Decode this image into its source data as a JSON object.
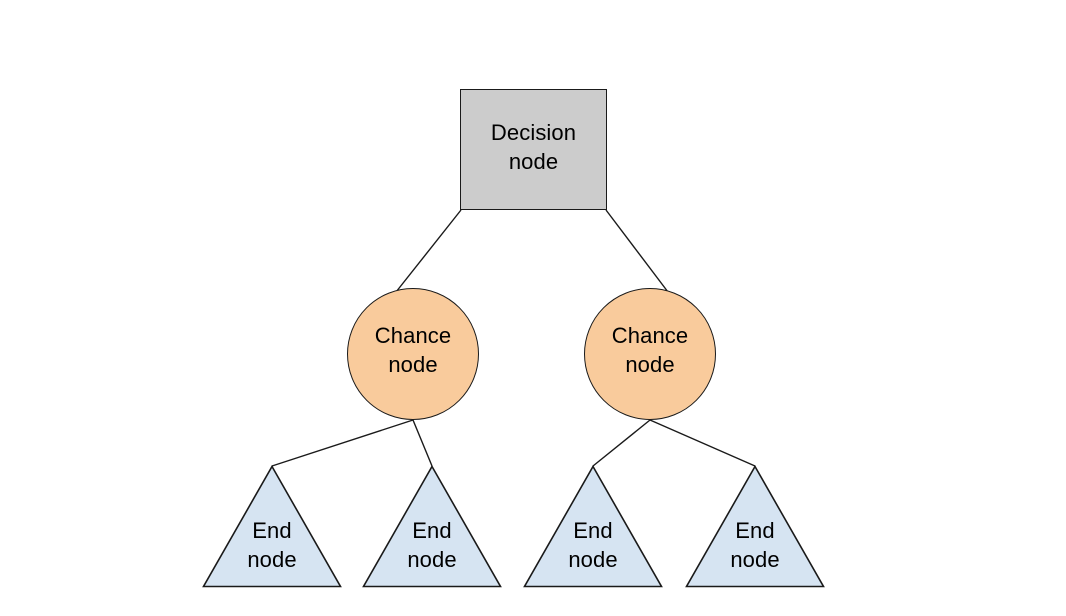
{
  "diagram": {
    "type": "decision-tree",
    "background_color": "#ffffff",
    "edge_color": "#1a1a1a",
    "nodes": {
      "decision": {
        "label": "Decision\nnode",
        "shape": "rectangle",
        "fill_color": "#cccccc",
        "stroke_color": "#1a1a1a"
      },
      "chance_left": {
        "label": "Chance\nnode",
        "shape": "circle",
        "fill_color": "#f9cb9c",
        "stroke_color": "#1a1a1a"
      },
      "chance_right": {
        "label": "Chance\nnode",
        "shape": "circle",
        "fill_color": "#f9cb9c",
        "stroke_color": "#1a1a1a"
      },
      "end_1": {
        "label": "End\nnode",
        "shape": "triangle",
        "fill_color": "#d6e4f2",
        "stroke_color": "#1a1a1a"
      },
      "end_2": {
        "label": "End\nnode",
        "shape": "triangle",
        "fill_color": "#d6e4f2",
        "stroke_color": "#1a1a1a"
      },
      "end_3": {
        "label": "End\nnode",
        "shape": "triangle",
        "fill_color": "#d6e4f2",
        "stroke_color": "#1a1a1a"
      },
      "end_4": {
        "label": "End\nnode",
        "shape": "triangle",
        "fill_color": "#d6e4f2",
        "stroke_color": "#1a1a1a"
      }
    },
    "edges": [
      {
        "from": "decision",
        "to": "chance_left"
      },
      {
        "from": "decision",
        "to": "chance_right"
      },
      {
        "from": "chance_left",
        "to": "end_1"
      },
      {
        "from": "chance_left",
        "to": "end_2"
      },
      {
        "from": "chance_right",
        "to": "end_3"
      },
      {
        "from": "chance_right",
        "to": "end_4"
      }
    ]
  }
}
